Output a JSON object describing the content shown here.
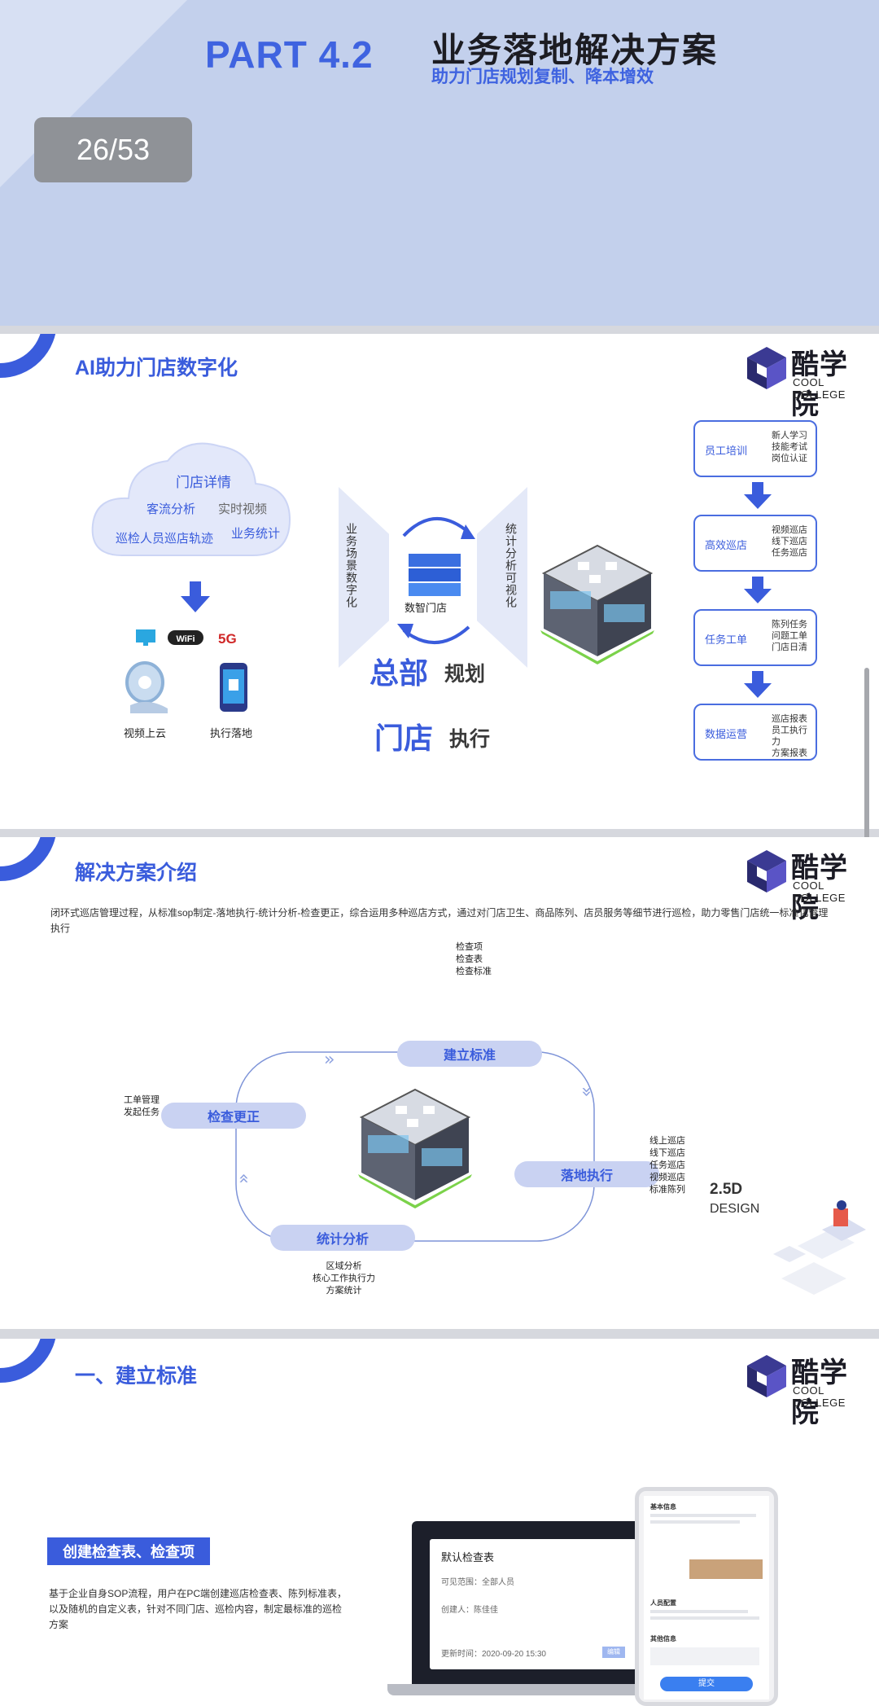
{
  "header": {
    "part_label": "PART 4.2",
    "title": "业务落地解决方案",
    "subtitle": "助力门店规划复制、降本增效",
    "page_indicator": "26/53"
  },
  "logo": {
    "cn": "酷学院",
    "en": "COOL COLLEGE"
  },
  "slide_ai": {
    "title": "AI助力门店数字化",
    "cloud": {
      "center": "门店详情",
      "items": [
        "客流分析",
        "实时视频",
        "巡检人员巡店轨迹",
        "业务统计"
      ]
    },
    "bottom_labels": [
      "视频上云",
      "执行落地"
    ],
    "left_vertical": "业务场景数字化",
    "right_vertical": "统计分析可视化",
    "center_label": "数智门店",
    "hq": {
      "big": "总部",
      "small": "规划"
    },
    "store": {
      "big": "门店",
      "small": "执行"
    },
    "flow": [
      {
        "label": "员工培训",
        "detail": [
          "新人学习",
          "技能考试",
          "岗位认证"
        ]
      },
      {
        "label": "高效巡店",
        "detail": [
          "视频巡店",
          "线下巡店",
          "任务巡店"
        ]
      },
      {
        "label": "任务工单",
        "detail": [
          "陈列任务",
          "问题工单",
          "门店日清"
        ]
      },
      {
        "label": "数据运营",
        "detail": [
          "巡店报表",
          "员工执行力",
          "方案报表"
        ]
      }
    ]
  },
  "slide_solution": {
    "title": "解决方案介绍",
    "intro": "闭环式巡店管理过程，从标准sop制定-落地执行-统计分析-检查更正，综合运用多种巡店方式，通过对门店卫生、商品陈列、店员服务等细节进行巡检，助力零售门店统一标准化管理执行",
    "cycle": {
      "establish": "建立标准",
      "execute": "落地执行",
      "analyze": "统计分析",
      "correct": "检查更正"
    },
    "notes": {
      "establish": [
        "检查项",
        "检查表",
        "检查标准"
      ],
      "correct": [
        "工单管理",
        "发起任务"
      ],
      "execute": [
        "线上巡店",
        "线下巡店",
        "任务巡店",
        "视频巡店",
        "标准陈列"
      ],
      "analyze": [
        "区域分析",
        "核心工作执行力",
        "方案统计"
      ]
    },
    "design_label": "2.5D",
    "design_sub": "DESIGN"
  },
  "slide_standard": {
    "title": "一、建立标准",
    "tag": "创建检查表、检查项",
    "description": "基于企业自身SOP流程，用户在PC端创建巡店检查表、陈列标准表，以及随机的自定义表，针对不同门店、巡检内容，制定最标准的巡检方案",
    "laptop_window": {
      "title": "默认检查表",
      "fields": [
        "可见范围：全部人员",
        "创建人：陈佳佳",
        "更新时间：2020-09-20 15:30"
      ],
      "button": "编辑"
    },
    "tablet": {
      "sections": [
        "基本信息",
        "人员配置",
        "其他信息"
      ],
      "submit": "提交"
    }
  },
  "colors": {
    "accent": "#3a5cdc",
    "header_bg": "#c3d0ec",
    "pill_bg": "#c9d2f2",
    "pager_bg": "#8f9297"
  }
}
